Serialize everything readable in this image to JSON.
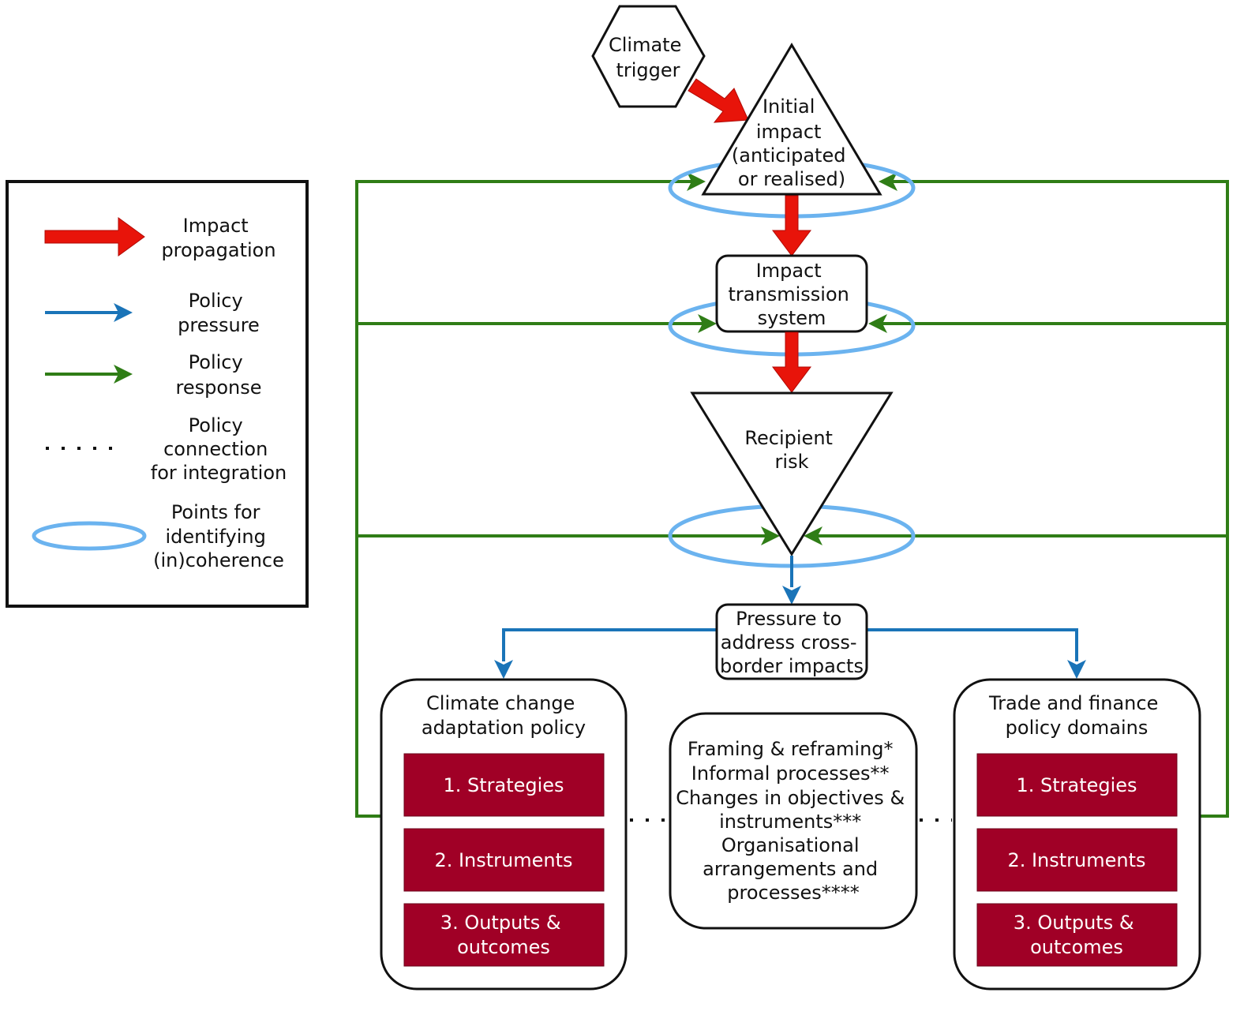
{
  "colors": {
    "impact": "#e8140a",
    "pressure": "#1a74b8",
    "response": "#2f7d16",
    "ellipse": "#6bb3ef",
    "box_fill": "#a00026",
    "stroke": "#111111"
  },
  "legend": {
    "impact": [
      "Impact",
      "propagation"
    ],
    "pressure": [
      "Policy",
      "pressure"
    ],
    "response": [
      "Policy",
      "response"
    ],
    "connection": [
      "Policy",
      "connection",
      "for integration"
    ],
    "points": [
      "Points for",
      "identifying",
      "(in)coherence"
    ]
  },
  "nodes": {
    "climate_trigger": [
      "Climate",
      "trigger"
    ],
    "initial_impact": [
      "Initial",
      "impact",
      "(anticipated",
      "or realised)"
    ],
    "transmission": [
      "Impact",
      "transmission",
      "system"
    ],
    "recipient_risk": [
      "Recipient",
      "risk"
    ],
    "pressure_box": [
      "Pressure to",
      "address cross-",
      "border impacts"
    ],
    "left_domain": {
      "title": [
        "Climate change",
        "adaptation policy"
      ],
      "items": [
        "1. Strategies",
        "2. Instruments",
        "3. Outputs &",
        "outcomes"
      ]
    },
    "right_domain": {
      "title": [
        "Trade and finance",
        "policy domains"
      ],
      "items": [
        "1. Strategies",
        "2. Instruments",
        "3. Outputs &",
        "outcomes"
      ]
    },
    "middle": [
      "Framing & reframing*",
      "Informal processes**",
      "Changes in objectives &",
      "instruments***",
      "Organisational",
      "arrangements and",
      "processes****"
    ]
  }
}
